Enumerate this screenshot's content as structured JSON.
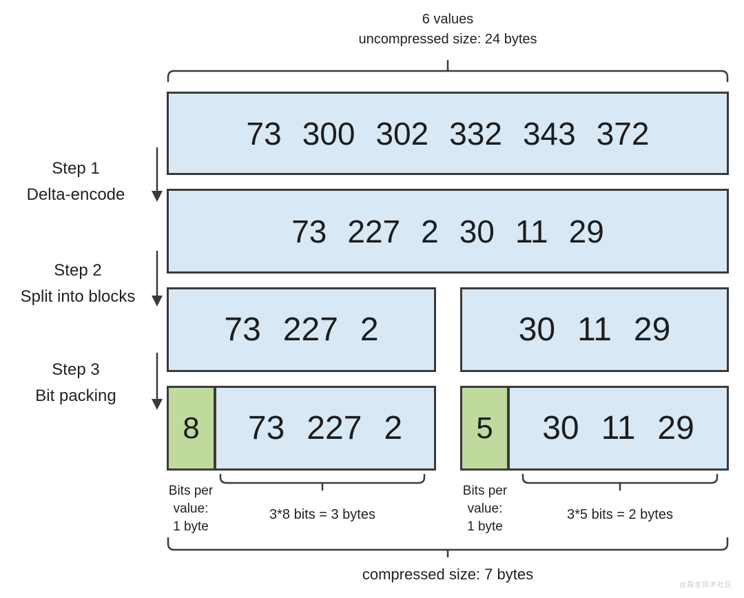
{
  "header": {
    "values_count": "6 values",
    "uncompressed_size": "uncompressed size: 24 bytes"
  },
  "steps": [
    {
      "title": "Step 1",
      "subtitle": "Delta-encode"
    },
    {
      "title": "Step 2",
      "subtitle": "Split into blocks"
    },
    {
      "title": "Step 3",
      "subtitle": "Bit packing"
    }
  ],
  "original": {
    "values": [
      "73",
      "300",
      "302",
      "332",
      "343",
      "372"
    ]
  },
  "delta": {
    "values": [
      "73",
      "227",
      "2",
      "30",
      "11",
      "29"
    ]
  },
  "blocks": [
    {
      "values": [
        "73",
        "227",
        "2"
      ]
    },
    {
      "values": [
        "30",
        "11",
        "29"
      ]
    }
  ],
  "packed": [
    {
      "bits_per_value": "8",
      "values": [
        "73",
        "227",
        "2"
      ],
      "bits_label_lines": [
        "Bits per",
        "value:",
        "1 byte"
      ],
      "size_label": "3*8 bits = 3 bytes"
    },
    {
      "bits_per_value": "5",
      "values": [
        "30",
        "11",
        "29"
      ],
      "bits_label_lines": [
        "Bits per",
        "value:",
        "1 byte"
      ],
      "size_label": "3*5 bits = 2 bytes"
    }
  ],
  "footer": {
    "compressed_size": "compressed size: 7 bytes"
  },
  "watermark": "@掘金技术社区",
  "colors": {
    "box_fill": "#d8e8f5",
    "packed_header_fill": "#c0da9e",
    "border": "#3a3a3a",
    "text": "#1d1d1d",
    "label_text": "#222222",
    "watermark": "#c9c9c9"
  }
}
